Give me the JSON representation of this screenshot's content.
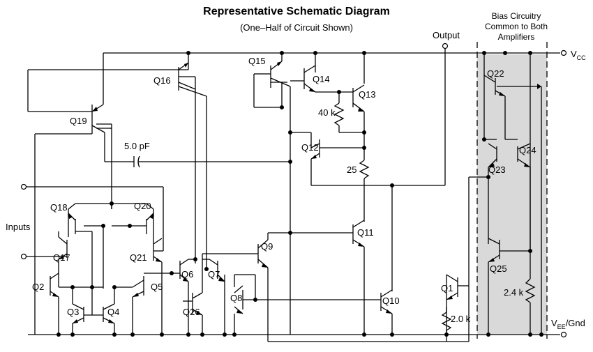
{
  "diagram": {
    "title": "Representative Schematic Diagram",
    "subtitle": "(One–Half of Circuit Shown)",
    "bias_block_label": [
      "Bias Circuitry",
      "Common to Both",
      "Amplifiers"
    ],
    "output_label": "Output",
    "inputs_label": "Inputs",
    "vcc_label": {
      "main": "V",
      "sub": "CC"
    },
    "vee_label": {
      "main": "V",
      "sub": "EE",
      "suffix": "/Gnd"
    },
    "capacitor_label": "5.0 pF",
    "resistors": {
      "r40k": "40 k",
      "r25": "25",
      "r2k": "2.0 k",
      "r2_4k": "2.4 k"
    },
    "transistors": {
      "q1": "Q1",
      "q2": "Q2",
      "q3": "Q3",
      "q4": "Q4",
      "q5": "Q5",
      "q6": "Q6",
      "q7": "Q7",
      "q8": "Q8",
      "q9": "Q9",
      "q10": "Q10",
      "q11": "Q11",
      "q12": "Q12",
      "q13": "Q13",
      "q14": "Q14",
      "q15": "Q15",
      "q16": "Q16",
      "q17": "Q17",
      "q18": "Q18",
      "q19": "Q19",
      "q20": "Q20",
      "q21": "Q21",
      "q22": "Q22",
      "q23": "Q23",
      "q24": "Q24",
      "q25": "Q25",
      "q26": "Q26"
    },
    "colors": {
      "wire": "#000000",
      "bias_fill": "#d9d9d9",
      "background": "#ffffff"
    }
  }
}
